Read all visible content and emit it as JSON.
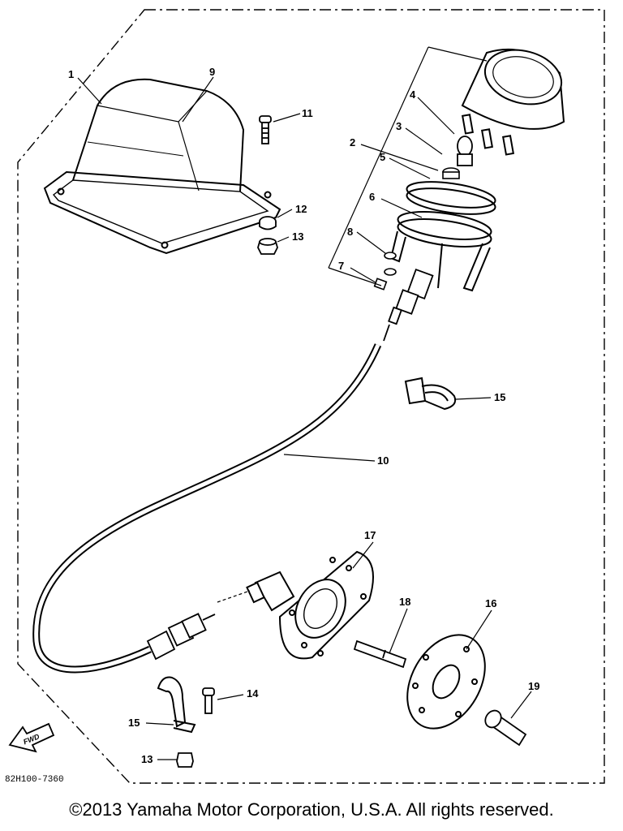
{
  "diagram": {
    "callouts": {
      "c1": "1",
      "c2": "2",
      "c3": "3",
      "c4": "4",
      "c5": "5",
      "c6": "6",
      "c7": "7",
      "c8": "8",
      "c9": "9",
      "c10": "10",
      "c11": "11",
      "c12": "12",
      "c13a": "13",
      "c13b": "13",
      "c14": "14",
      "c15a": "15",
      "c15b": "15",
      "c16": "16",
      "c17": "17",
      "c18": "18",
      "c19": "19"
    },
    "fwd_label": "FWD",
    "reference_code": "82H100-7360"
  },
  "footer": {
    "copyright": "©2013 Yamaha Motor Corporation, U.S.A. All rights reserved."
  }
}
